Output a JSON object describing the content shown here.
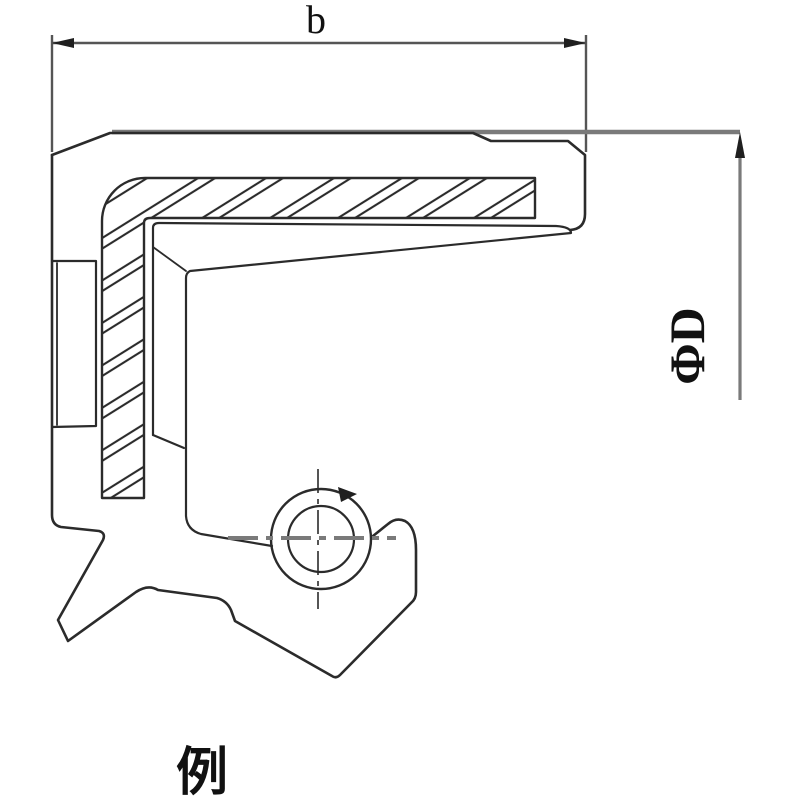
{
  "drawing": {
    "type": "oil-seal-cross-section",
    "width_dimension_label": "b",
    "diameter_dimension_label": "ΦD",
    "caption": "例"
  },
  "colors": {
    "background": "#ffffff",
    "outline": "#2b2b2b",
    "dimension_line": "#7a7a7a",
    "extension_line": "#555555",
    "arrow": "#1f1f1f",
    "hatch": "#2b2b2b",
    "centerline": "#7a7a7a",
    "text": "#111111"
  }
}
